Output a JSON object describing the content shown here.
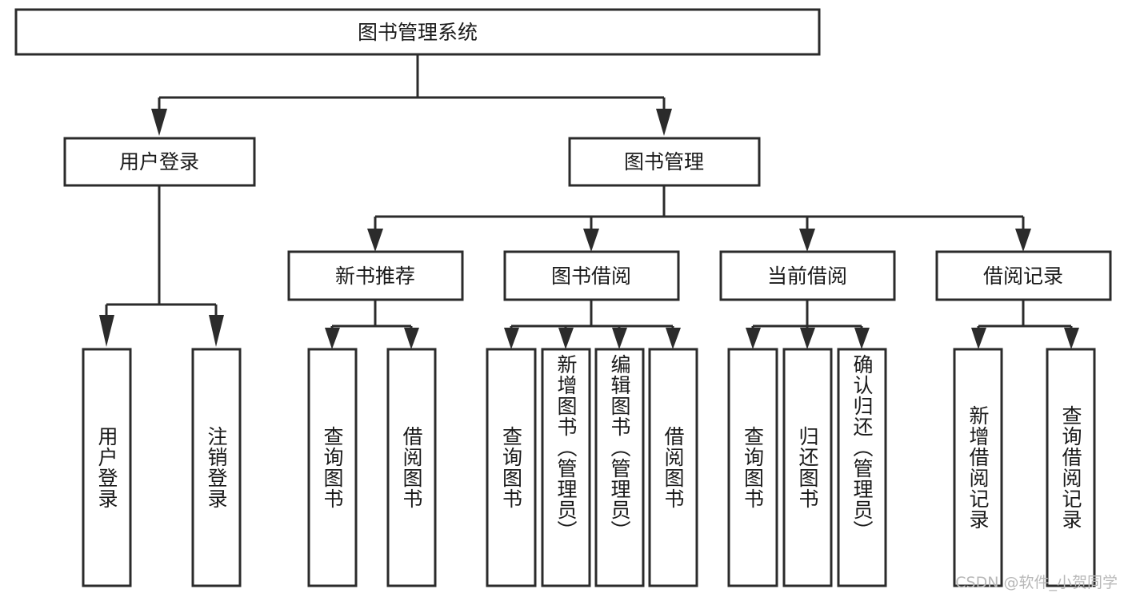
{
  "diagram": {
    "title": "图书管理系统",
    "watermark": "CSDN @软件_小贺同学",
    "colors": {
      "stroke": "#2b2b2b",
      "box_fill": "#ffffff",
      "text": "#1a1a1a",
      "background": "#ffffff",
      "watermark": "#b8b8b8"
    },
    "root": {
      "label": "图书管理系统"
    },
    "level2": [
      {
        "label": "用户登录"
      },
      {
        "label": "图书管理"
      }
    ],
    "level3": [
      {
        "label": "新书推荐"
      },
      {
        "label": "图书借阅"
      },
      {
        "label": "当前借阅"
      },
      {
        "label": "借阅记录"
      }
    ],
    "leaves": {
      "user_login": [
        {
          "label": "用户登录"
        },
        {
          "label": "注销登录"
        }
      ],
      "new_book": [
        {
          "label": "查询图书"
        },
        {
          "label": "借阅图书"
        }
      ],
      "book_borrow": [
        {
          "label": "查询图书"
        },
        {
          "label": "新增图书（管理员）"
        },
        {
          "label": "编辑图书（管理员）"
        },
        {
          "label": "借阅图书"
        }
      ],
      "current_borrow": [
        {
          "label": "查询图书"
        },
        {
          "label": "归还图书"
        },
        {
          "label": "确认归还（管理员）"
        }
      ],
      "borrow_record": [
        {
          "label": "新增借阅记录"
        },
        {
          "label": "查询借阅记录"
        }
      ]
    }
  }
}
